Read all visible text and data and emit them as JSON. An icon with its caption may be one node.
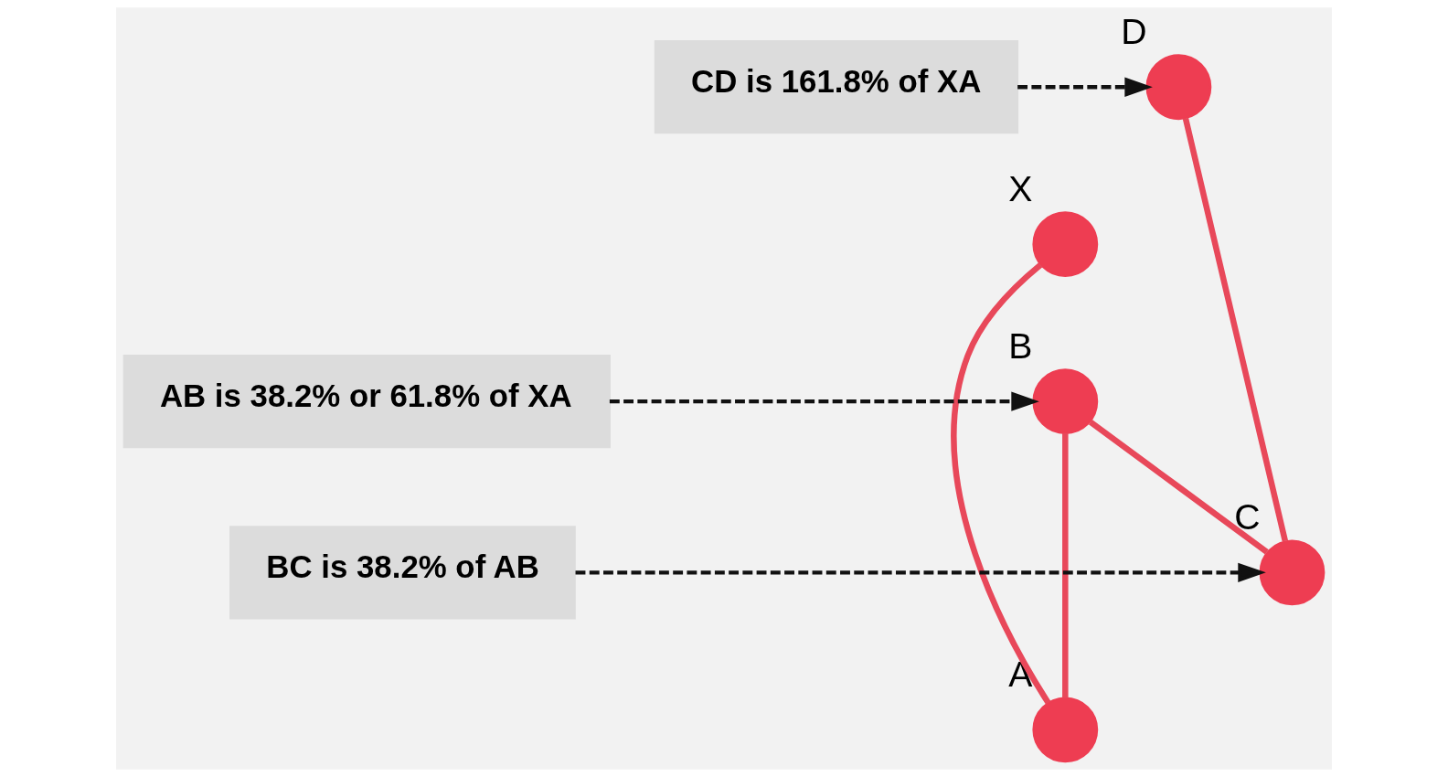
{
  "diagram": {
    "nodes": [
      {
        "text": [
          "CD is 161.8% of XA"
        ]
      },
      {
        "text": [],
        "shape": "circle",
        "beside": [
          "D"
        ]
      },
      {
        "text": [],
        "shape": "circle",
        "beside": [
          "X"
        ]
      },
      {
        "text": [],
        "shape": "circle",
        "beside": [
          "B"
        ]
      },
      {
        "text": [
          "AB is 38.2% or 61.8% of XA"
        ]
      },
      {
        "text": [
          "BC is 38.2% of AB"
        ]
      },
      {
        "text": [],
        "shape": "circle",
        "beside": [
          "C"
        ]
      },
      {
        "text": [],
        "shape": "circle",
        "beside": [
          "A"
        ]
      }
    ],
    "edges": [
      {
        "from": 2,
        "to": 7,
        "arrow": "none",
        "color": "#e8485a"
      },
      {
        "from": 7,
        "to": 3,
        "arrow": "none",
        "color": "#e8485a"
      },
      {
        "from": 3,
        "to": 6,
        "arrow": "none",
        "color": "#e8485a"
      },
      {
        "from": 6,
        "to": 1,
        "arrow": "none",
        "color": "#e8485a"
      },
      {
        "from": 0,
        "to": 1,
        "arrow": "to",
        "style": "dashed",
        "color": "#111111"
      },
      {
        "from": 4,
        "to": 3,
        "arrow": "to",
        "style": "dashed",
        "color": "#111111"
      },
      {
        "from": 5,
        "to": 6,
        "arrow": "to",
        "style": "dashed",
        "color": "#111111"
      }
    ]
  }
}
